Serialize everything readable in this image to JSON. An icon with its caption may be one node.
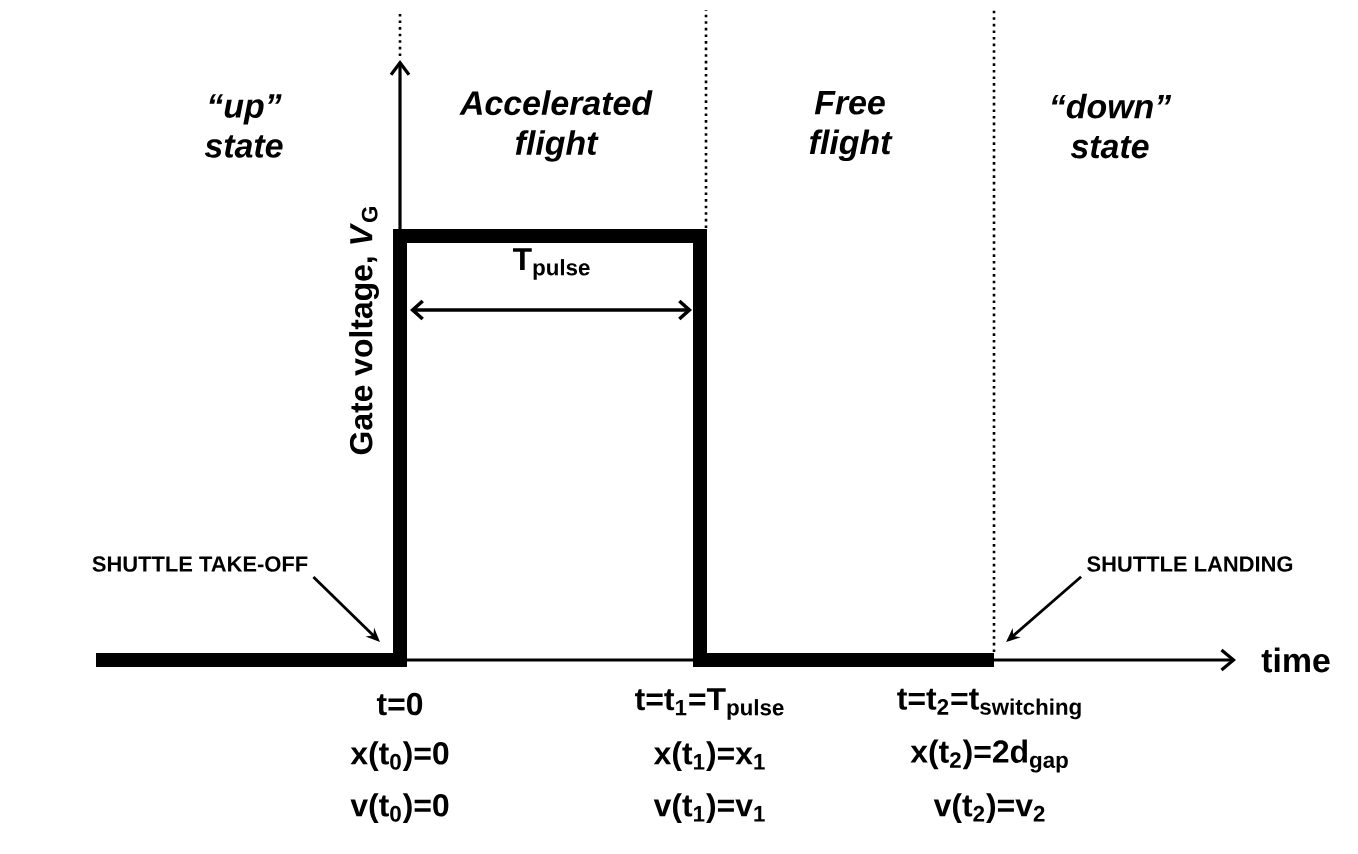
{
  "diagram": {
    "nodes": [
      {
        "text": [
          "SHUTTLE TAKE-OFF"
        ]
      },
      {
        "text": [
          "SHUTTLE LANDING"
        ]
      },
      {
        "text": [
          "time"
        ]
      }
    ],
    "edges": [
      {
        "from": 0,
        "to": 2,
        "arrow": "to"
      },
      {
        "from": 1,
        "to": 2,
        "arrow": "to"
      }
    ],
    "labels": [
      "“up” state",
      "Accelerated flight",
      "Free flight",
      "“down” state",
      "Gate voltage, *V*$_{G}$",
      "T$_{pulse}$",
      "t=0",
      "t=t$_{1}$=T$_{pulse}$",
      "\\text{t=t}_{\\text{2}}\\text{=t}_{\\text{switching}}",
      "x(t$_{0}$)=0",
      "x(t$_{1}$)=x$_{1}$",
      "x(t$_{2}$)=2d$_{gap}$",
      "v(t$_{0}$)=0",
      "v(t$_{1}$)=v$_{1}$",
      "v(t$_{2}$)=v$_{2}$"
    ]
  }
}
